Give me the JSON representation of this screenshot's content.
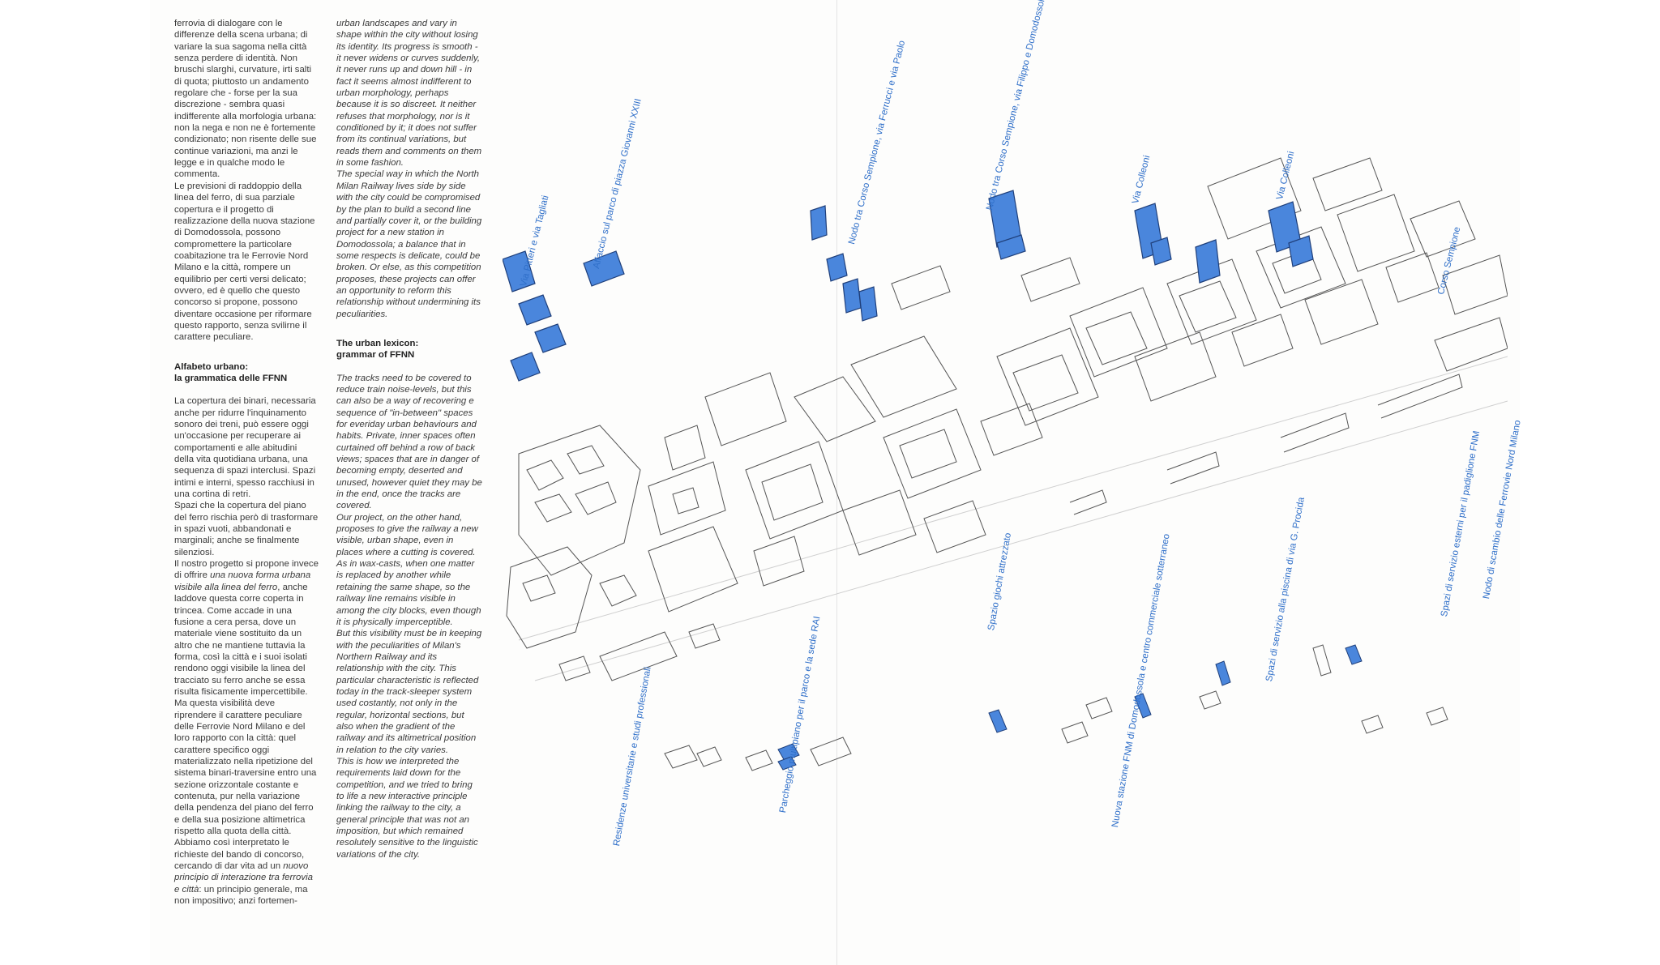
{
  "italian": {
    "intro": "ferrovia di dialogare con le differenze della scena urbana; di variare la sua sagoma nella città senza perdere di identità. Non bruschi slarghi, curvature, irti salti di quota; piuttosto un andamento regolare che - forse per la sua discrezione - sembra quasi indifferente alla morfologia urbana: non la nega e non ne è fortemente condizionato; non risente delle sue continue variazioni, ma anzi le legge e in qualche modo le commenta.",
    "para2": "Le previsioni di raddoppio della linea del ferro, di sua parziale copertura e il progetto di realizzazione della nuova stazione di Domodossola, possono compromettere la particolare coabitazione tra le Ferrovie Nord Milano e la città, rompere un equilibrio per certi versi delicato; ovvero, ed è quello che questo concorso si propone, possono diventare occasione per riformare questo rapporto, senza svilirne il carattere peculiare.",
    "heading_line1": "Alfabeto urbano:",
    "heading_line2": "la grammatica delle FFNN",
    "para3": "La copertura dei binari, necessaria anche per ridurre l'inquinamento sonoro dei treni, può essere oggi un'occasione per recuperare ai comportamenti e alle abitudini della vita quotidiana urbana, una sequenza di spazi interclusi. Spazi intimi e interni, spesso racchiusi in una cortina di retri.",
    "para4": "Spazi che la copertura del piano del ferro rischia però di trasformare in spazi vuoti, abbandonati e marginali; anche se finalmente silenziosi.",
    "para5_a": "Il nostro progetto si propone invece di offrire ",
    "para5_em": "una nuova forma urbana visibile alla linea del ferro",
    "para5_b": ", anche laddove questa corre coperta in trincea. Come accade in una fusione a cera persa, dove un materiale viene sostituito da un altro che ne mantiene tuttavia la forma, così la città e i suoi isolati rendono oggi visibile la linea del tracciato su ferro anche se essa risulta fisicamente impercettibile.",
    "para6": "Ma questa visibilità deve riprendere il carattere peculiare delle Ferrovie Nord Milano e del loro rapporto con la città: quel carattere specifico oggi materializzato nella ripetizione del sistema binari-traversine entro una sezione orizzontale costante e contenuta, pur nella variazione della pendenza del piano del ferro e della sua posizione altimetrica rispetto alla quota della città.",
    "para7_a": "Abbiamo così interpretato le richieste del bando di concorso, cercando di dar vita ad un ",
    "para7_em1": "nuovo principio di interazione tra ferrovia e città",
    "para7_b": ": un principio generale, ma non impositivo; anzi fortemen-"
  },
  "english": {
    "intro": "urban landscapes and vary in shape within the city without losing its identity. Its progress is smooth - it never widens or curves suddenly, it never runs up and down hill - in fact it seems almost indifferent to urban morphology, perhaps because it is so discreet. It neither refuses that morphology, nor is it conditioned by it; it does not suffer from its continual variations, but reads them and comments on them in some fashion.",
    "para2": "The special way in which the North Milan Railway lives side by side with the city could be compromised by the plan to build a second line and partially cover it, or the building project for a new station in Domodossola; a balance that in some respects is delicate, could be broken. Or else, as this competition proposes, these projects can offer an opportunity to reform this relationship without undermining its peculiarities.",
    "heading_line1": "The urban lexicon:",
    "heading_line2": "grammar of FFNN",
    "para3": "The tracks need to be covered to reduce train noise-levels, but this can also be a way of recovering e sequence of \"in-between\" spaces for everiday urban behaviours and habits. Private, inner spaces often curtained off behind a row of back views; spaces that are in danger of becoming empty, deserted and unused, however quiet they may be in the end, once the tracks are covered.",
    "para4": "Our project, on the other hand, proposes to give the railway a new visible, urban shape, even in places where a cutting is covered. As in wax-casts, when one matter is replaced by another while retaining the same shape, so the railway line remains visible in among the city blocks, even though it is physically imperceptible.",
    "para5": "But this visibility must be in keeping with the peculiarities of Milan's Northern Railway and its relationship with the city. This particular characteristic is reflected today in the track-sleeper system used costantly, not only in the regular, horizontal sections, but also when the gradient of the railway and its altimetrical position in relation to the city varies.",
    "para6": "This is how we interpreted the requirements laid down for the competition, and we tried to bring to life a new interactive principle linking the railway to the city, a general principle that was not an imposition, but which remained resolutely sensitive to the linguistic variations of the city."
  },
  "map_labels": {
    "top": [
      "Via Pitteri e via Tagliati",
      "Affaccio sul parco di piazza Giovanni XXIII",
      "Nodo tra Corso Sempione, via Ferrucci e via Paolo",
      "Nodo tra Corso Sempione, via Filippo e Domodossola",
      "Via Colleoni",
      "Via Colleoni",
      "Corso Sempione"
    ],
    "bottom": [
      "Residenze universitarie e studi professionali",
      "Parcheggio multipiano per il parco e la sede RAI",
      "Spazio giochi attrezzato",
      "Nuova stazione FNM di Domodossola e centro commerciale sotterraneo",
      "Spazi di servizio alla piscina di via G. Procida",
      "Spazi di servizio esterni per il padiglione FNM",
      "Nodo di scambio delle Ferrovie Nord Milano"
    ]
  },
  "colors": {
    "accent_blue": "#2f6fc9",
    "building_fill": "#4a86dc",
    "text": "#3a3a3a"
  }
}
